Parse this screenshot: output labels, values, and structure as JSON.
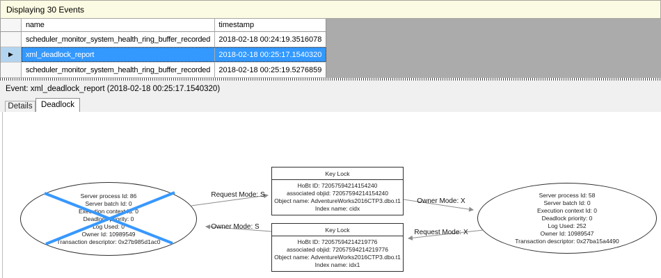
{
  "window": {
    "events_count_label": "Displaying 30 Events"
  },
  "table": {
    "selector_icon": "▶",
    "columns": [
      {
        "label": "name"
      },
      {
        "label": "timestamp"
      }
    ],
    "rows": [
      {
        "name": "scheduler_monitor_system_health_ring_buffer_recorded",
        "timestamp": "2018-02-18 00:24:19.3516078"
      },
      {
        "name": "xml_deadlock_report",
        "timestamp": "2018-02-18 00:25:17.1540320"
      },
      {
        "name": "scheduler_monitor_system_health_ring_buffer_recorded",
        "timestamp": "2018-02-18 00:25:19.5276859"
      }
    ],
    "selected_row_index": 1
  },
  "event_bar": {
    "label": "Event: xml_deadlock_report (2018-02-18 00:25:17.1540320)"
  },
  "tabs": [
    {
      "label": "Details",
      "active": false
    },
    {
      "label": "Deadlock",
      "active": true
    }
  ],
  "deadlock_graph": {
    "victim_process": {
      "lines": [
        "Server process Id: 86",
        "Server batch Id: 0",
        "Execution context Id: 0",
        "Deadlock priority: 0",
        "Log Used: 0",
        "Owner Id: 10989549",
        "Transaction descriptor: 0x27b985d1ac0"
      ]
    },
    "owner_process": {
      "lines": [
        "Server process Id: 58",
        "Server batch Id: 0",
        "Execution context Id: 0",
        "Deadlock priority: 0",
        "Log Used: 252",
        "Owner Id: 10989547",
        "Transaction descriptor: 0x27ba15a4490"
      ]
    },
    "lock_top": {
      "title": "Key Lock",
      "lines": [
        "HoBt ID: 72057594214154240",
        "associated objid: 72057594214154240",
        "Object name: AdventureWorks2016CTP3.dbo.t1",
        "Index name: cidx"
      ]
    },
    "lock_bottom": {
      "title": "Key Lock",
      "lines": [
        "HoBt ID: 72057594214219776",
        "associated objid: 72057594214219776",
        "Object name: AdventureWorks2016CTP3.dbo.t1",
        "Index name: idx1"
      ]
    },
    "edges": [
      {
        "label": "Request Mode: S"
      },
      {
        "label": "Owner Mode: S"
      },
      {
        "label": "Owner Mode: X"
      },
      {
        "label": "Request Mode: X"
      }
    ]
  },
  "colors": {
    "selection_blue": "#3399FF",
    "selected_gutter_blue": "#B3D4EF",
    "victim_cross_blue": "#3898FF",
    "edge_gray": "#8C8C8C",
    "info_bar_yellow": "#FBFAE2",
    "dead_space_gray": "#ABABAB"
  }
}
